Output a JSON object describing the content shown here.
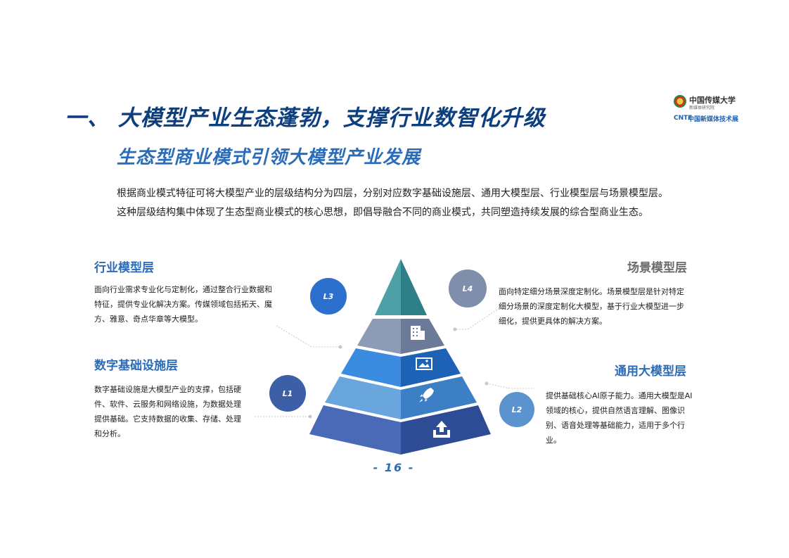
{
  "header": {
    "title": "一、 大模型产业生态蓬勃，支撑行业数智化升级",
    "subtitle": "生态型商业模式引领大模型产业发展"
  },
  "logos": {
    "cuc_name": "中国传媒大学",
    "cuc_sub": "新媒体研究院",
    "expo_mark": "CNTE",
    "expo_name": "中国新媒体技术展"
  },
  "intro": {
    "line1": "根据商业模式特征可将大模型产业的层级结构分为四层，分别对应数字基础设施层、通用大模型层、行业模型层与场景模型层。",
    "line2": "这种层级结构集中体现了生态型商业模式的核心思想，即倡导融合不同的商业模式，共同塑造持续发展的综合型商业生态。"
  },
  "layers": {
    "l3": {
      "badge": "L3",
      "title": "行业模型层",
      "body": "面向行业需求专业化与定制化，通过整合行业数据和特征，提供专业化解决方案。传媒领域包括拓天、魔方、雅意、奇点华章等大模型。"
    },
    "l1": {
      "badge": "L1",
      "title": "数字基础设施层",
      "body": "数字基础设施是大模型产业的支撑，包括硬件、软件、云服务和网络设施，为数据处理提供基础。它支持数据的收集、存储、处理和分析。"
    },
    "l4": {
      "badge": "L4",
      "title": "场景模型层",
      "body": "面向特定细分场景深度定制化。场景模型层是针对特定细分场景的深度定制化大模型，基于行业大模型进一步细化，提供更具体的解决方案。"
    },
    "l2": {
      "badge": "L2",
      "title": "通用大模型层",
      "body": "提供基础核心AI原子能力。通用大模型是AI领域的核心，提供自然语言理解、图像识别、语音处理等基础能力，适用于多个行业。"
    }
  },
  "colors": {
    "badge_l1": "#3d5fa8",
    "badge_l2": "#5b93cf",
    "badge_l3": "#2d6fcc",
    "badge_l4": "#7f8eaa",
    "pyramid_top": "#3c8f9a",
    "pyramid_tier2": "#7a8aa6",
    "pyramid_tier3": "#2f7bd1",
    "pyramid_tier4": "#5b9ad6",
    "pyramid_base": "#3d5ca8"
  },
  "icons": {
    "tier2": "building-icon",
    "tier3": "image-icon",
    "tier4": "rocket-icon",
    "base": "upload-icon"
  },
  "footer": {
    "page_number": "- 16 -"
  }
}
